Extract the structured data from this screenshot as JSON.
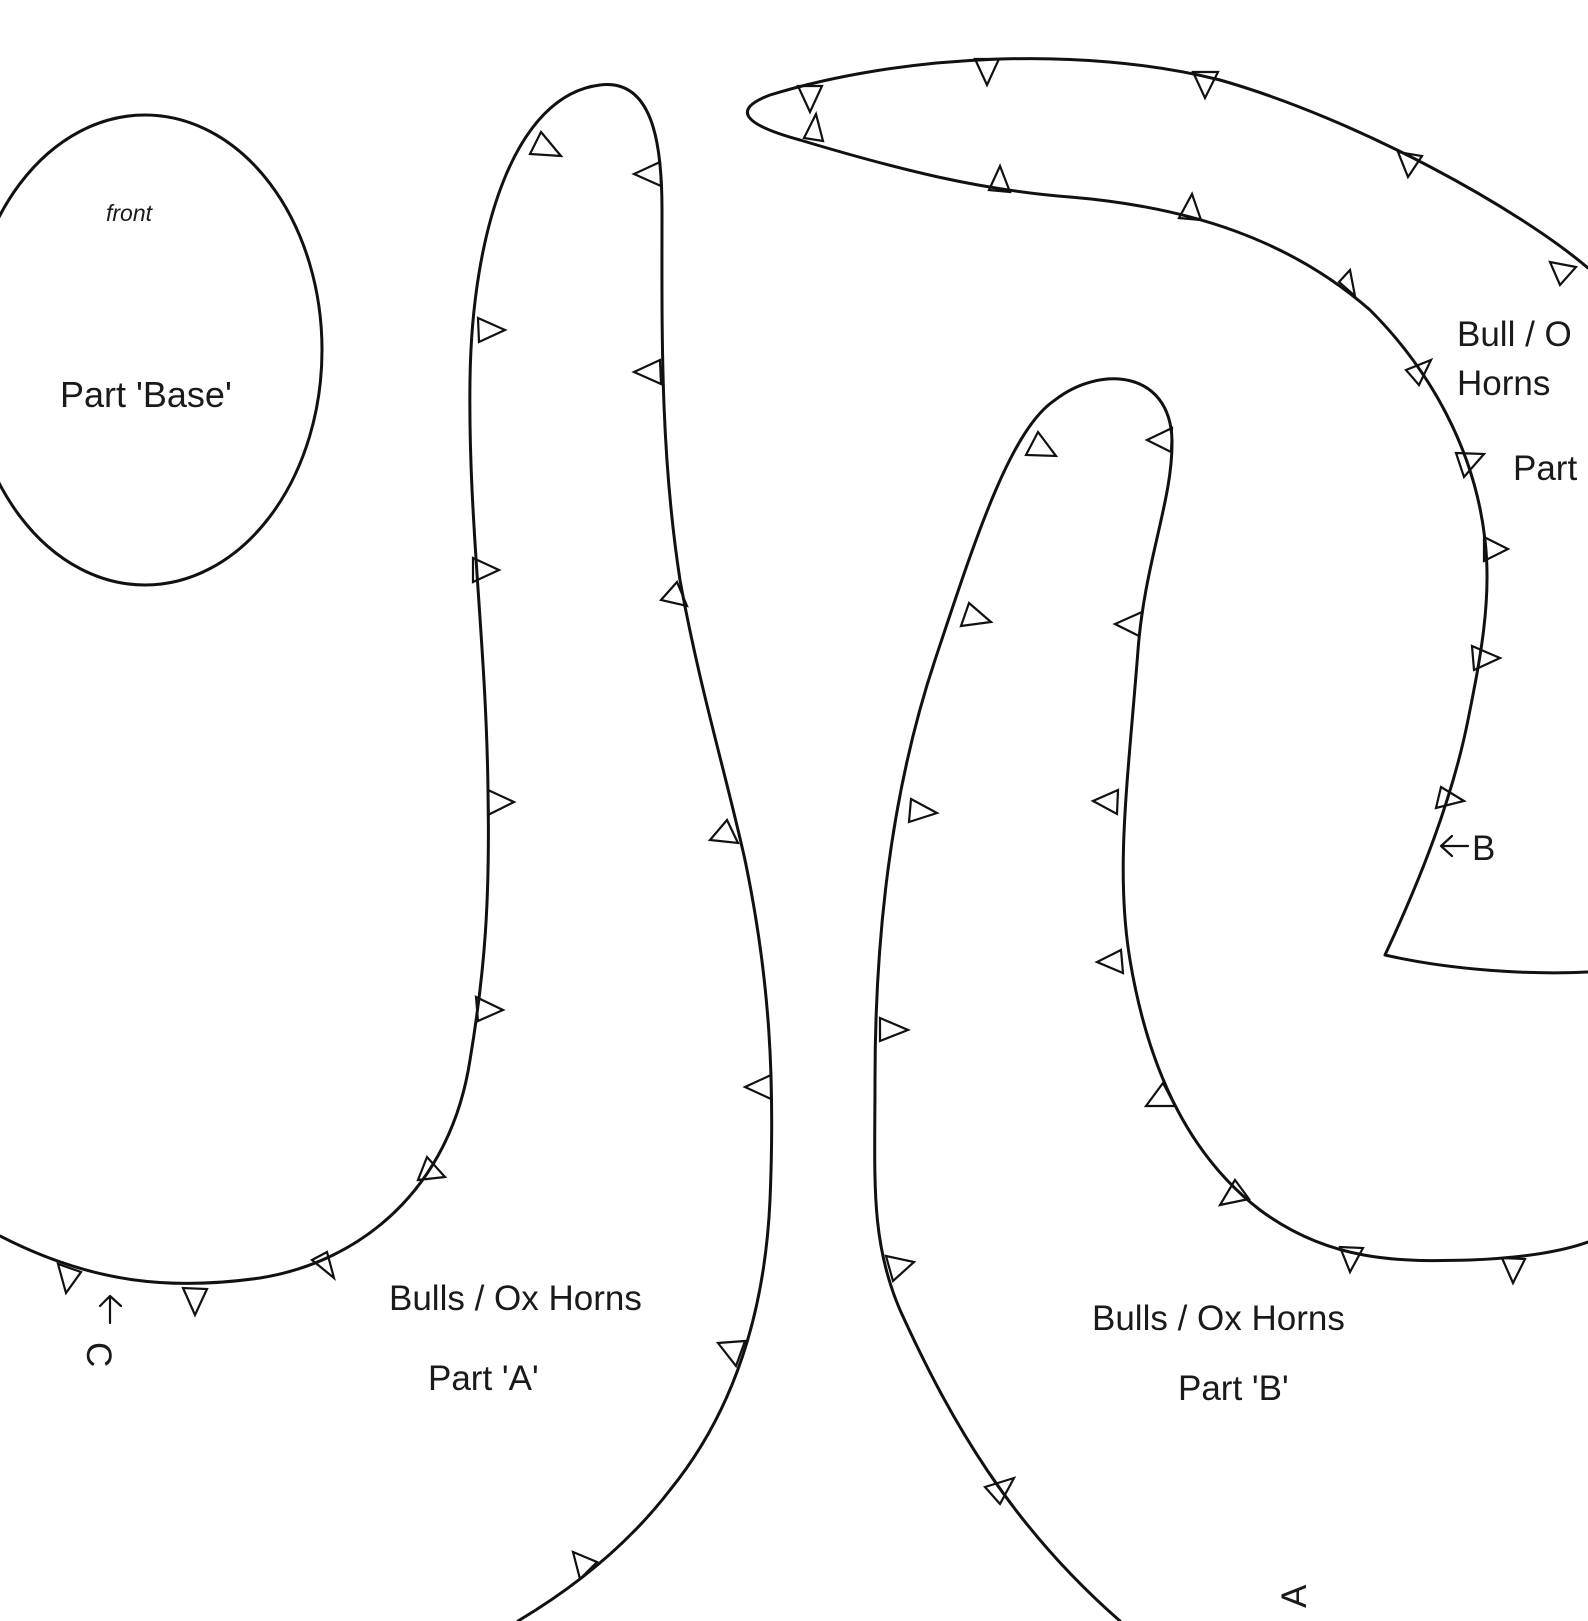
{
  "pattern": {
    "labels": {
      "front": "front",
      "base_part": "Part 'Base'",
      "part_a_title": "Bulls / Ox Horns",
      "part_a_name": "Part 'A'",
      "part_b_title": "Bulls / Ox Horns",
      "part_b_name": "Part 'B'",
      "part_c_title_line1": "Bull / O",
      "part_c_title_line2": "Horns",
      "part_c_name": "Part",
      "marker_b": "B",
      "marker_c": "C",
      "marker_a": "A"
    },
    "colors": {
      "stroke": "#111111",
      "background": "#ffffff",
      "text": "#1a1a1a"
    }
  }
}
